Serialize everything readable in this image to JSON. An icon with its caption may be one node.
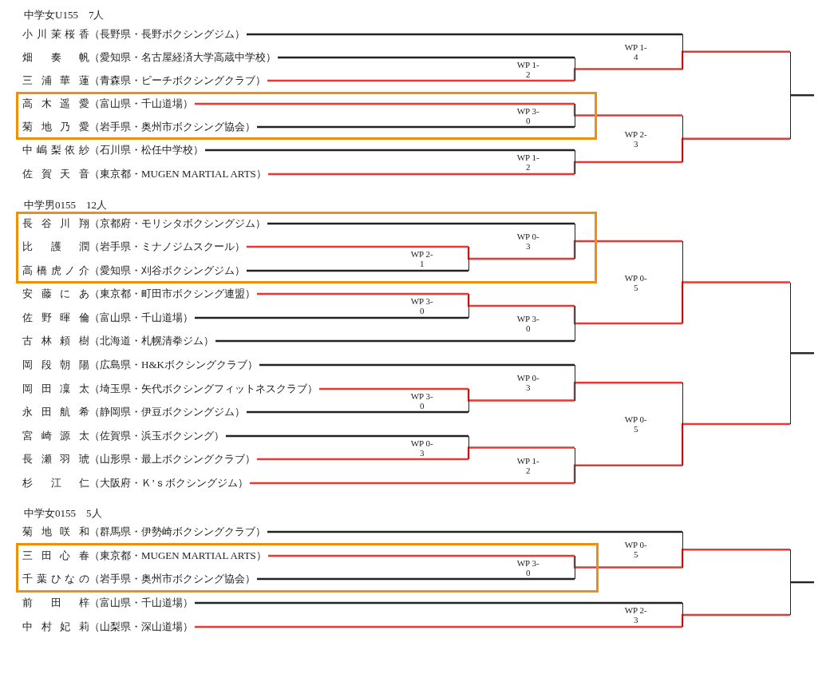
{
  "diagram": {
    "nodes": [
      {
        "text": [
          "小川茉桜香",
          "（長野県・長野ボクシングジム）"
        ]
      },
      {
        "text": [
          "畑奏帆",
          "（愛知県・名古屋経済大学高蔵中学校）"
        ]
      },
      {
        "text": [
          "三浦華蓮",
          "（青森県・ピーチボクシングクラブ）"
        ]
      },
      {
        "text": [],
        "shape": "box"
      },
      {
        "text": [
          "高木遥愛",
          "（富山県・千山道場）"
        ],
        "in": 3
      },
      {
        "text": [
          "菊地乃愛",
          "（岩手県・奥州市ボクシング協会）"
        ],
        "in": 3
      },
      {
        "text": [
          "中嶋梨依紗",
          "（石川県・松任中学校）"
        ]
      },
      {
        "text": [
          "佐賀天音",
          "（東京都・MUGEN MARTIAL ARTS）"
        ]
      },
      {
        "text": [
          "WP 1-2"
        ]
      },
      {
        "text": [
          "WP 3-0"
        ],
        "in": 3
      },
      {
        "text": [
          "WP 1-2"
        ]
      },
      {
        "text": [
          "WP 1-4"
        ]
      },
      {
        "text": [
          "WP 2-3"
        ]
      },
      {
        "text": [],
        "shape": "bar"
      },
      {
        "text": [],
        "shape": "box"
      },
      {
        "text": [
          "長谷川翔",
          "（京都府・モリシタボクシングジム）"
        ],
        "in": 14
      },
      {
        "text": [
          "比護潤",
          "（岩手県・ミナノジムスクール）"
        ],
        "in": 14
      },
      {
        "text": [
          "高橋虎ノ介",
          "（愛知県・刈谷ボクシングジム）"
        ],
        "in": 14
      },
      {
        "text": [
          "安藤にあ",
          "（東京都・町田市ボクシング連盟）"
        ]
      },
      {
        "text": [
          "佐野暉倫",
          "（富山県・千山道場）"
        ]
      },
      {
        "text": [
          "古林頼樹",
          "（北海道・札幌清拳ジム）"
        ]
      },
      {
        "text": [
          "岡段朝陽",
          "（広島県・H&Kボクシングクラブ）"
        ]
      },
      {
        "text": [
          "岡田凜太",
          "（埼玉県・矢代ボクシングフィットネスクラブ）"
        ]
      },
      {
        "text": [
          "永田航希",
          "（静岡県・伊豆ボクシングジム）"
        ]
      },
      {
        "text": [
          "宮崎源太",
          "（佐賀県・浜玉ボクシング）"
        ]
      },
      {
        "text": [
          "長瀬羽琥",
          "（山形県・最上ボクシングクラブ）"
        ]
      },
      {
        "text": [
          "杉江仁",
          "（大阪府・Ｋ’ｓボクシングジム）"
        ]
      },
      {
        "text": [
          "WP 2-1"
        ],
        "in": 14
      },
      {
        "text": [
          "WP 0-3"
        ],
        "in": 14
      },
      {
        "text": [
          "WP 3-0"
        ]
      },
      {
        "text": [
          "WP 3-0"
        ]
      },
      {
        "text": [
          "WP 0-5"
        ]
      },
      {
        "text": [
          "WP 3-0"
        ]
      },
      {
        "text": [
          "WP 0-3"
        ]
      },
      {
        "text": [
          "WP 0-3"
        ]
      },
      {
        "text": [
          "WP 1-2"
        ]
      },
      {
        "text": [
          "WP 0-5"
        ]
      },
      {
        "text": [],
        "shape": "bar"
      },
      {
        "text": [
          "菊地咲和",
          "（群馬県・伊勢崎ボクシングクラブ）"
        ]
      },
      {
        "text": [],
        "shape": "box"
      },
      {
        "text": [
          "三田心春",
          "（東京都・MUGEN MARTIAL ARTS）"
        ],
        "in": 39
      },
      {
        "text": [
          "千葉ひなの",
          "（岩手県・奥州市ボクシング協会）"
        ],
        "in": 39
      },
      {
        "text": [
          "前田梓",
          "（富山県・千山道場）"
        ]
      },
      {
        "text": [
          "中村妃莉",
          "（山梨県・深山道場）"
        ]
      },
      {
        "text": [
          "WP 3-0"
        ],
        "in": 39
      },
      {
        "text": [
          "WP 0-5"
        ]
      },
      {
        "text": [
          "WP 2-3"
        ]
      },
      {
        "text": [],
        "shape": "bar"
      }
    ],
    "edges": [
      {
        "from": 0,
        "to": 11,
        "arrow": "none",
        "color": "#222222"
      },
      {
        "from": 1,
        "to": 8,
        "arrow": "none",
        "color": "#222222"
      },
      {
        "from": 2,
        "to": 8,
        "arrow": "none"
      },
      {
        "from": 4,
        "to": 9,
        "arrow": "none"
      },
      {
        "from": 5,
        "to": 9,
        "arrow": "none",
        "color": "#222222"
      },
      {
        "from": 6,
        "to": 10,
        "arrow": "none",
        "color": "#222222"
      },
      {
        "from": 7,
        "to": 10,
        "arrow": "none"
      },
      {
        "from": 8,
        "to": 11,
        "arrow": "none"
      },
      {
        "from": 9,
        "to": 12,
        "arrow": "none"
      },
      {
        "from": 10,
        "to": 12,
        "arrow": "none"
      },
      {
        "from": 11,
        "to": 13,
        "arrow": "none"
      },
      {
        "from": 12,
        "to": 13,
        "arrow": "none"
      },
      {
        "from": 13,
        "to": null,
        "arrow": "none",
        "color": "#222222"
      },
      {
        "from": 15,
        "to": 28,
        "arrow": "none",
        "color": "#222222"
      },
      {
        "from": 16,
        "to": 27,
        "arrow": "none"
      },
      {
        "from": 17,
        "to": 27,
        "arrow": "none",
        "color": "#222222"
      },
      {
        "from": 18,
        "to": 29,
        "arrow": "none"
      },
      {
        "from": 19,
        "to": 29,
        "arrow": "none",
        "color": "#222222"
      },
      {
        "from": 20,
        "to": 30,
        "arrow": "none",
        "color": "#222222"
      },
      {
        "from": 21,
        "to": 33,
        "arrow": "none",
        "color": "#222222"
      },
      {
        "from": 22,
        "to": 32,
        "arrow": "none"
      },
      {
        "from": 23,
        "to": 32,
        "arrow": "none",
        "color": "#222222"
      },
      {
        "from": 24,
        "to": 34,
        "arrow": "none",
        "color": "#222222"
      },
      {
        "from": 25,
        "to": 34,
        "arrow": "none"
      },
      {
        "from": 26,
        "to": 35,
        "arrow": "none"
      },
      {
        "from": 27,
        "to": 28,
        "arrow": "none"
      },
      {
        "from": 29,
        "to": 30,
        "arrow": "none"
      },
      {
        "from": 28,
        "to": 31,
        "arrow": "none"
      },
      {
        "from": 30,
        "to": 31,
        "arrow": "none"
      },
      {
        "from": 32,
        "to": 33,
        "arrow": "none"
      },
      {
        "from": 34,
        "to": 35,
        "arrow": "none"
      },
      {
        "from": 33,
        "to": 36,
        "arrow": "none"
      },
      {
        "from": 35,
        "to": 36,
        "arrow": "none"
      },
      {
        "from": 31,
        "to": 37,
        "arrow": "none"
      },
      {
        "from": 36,
        "to": 37,
        "arrow": "none"
      },
      {
        "from": 37,
        "to": null,
        "arrow": "none",
        "color": "#222222"
      },
      {
        "from": 38,
        "to": 45,
        "arrow": "none",
        "color": "#222222"
      },
      {
        "from": 40,
        "to": 44,
        "arrow": "none"
      },
      {
        "from": 41,
        "to": 44,
        "arrow": "none",
        "color": "#222222"
      },
      {
        "from": 42,
        "to": 46,
        "arrow": "none",
        "color": "#222222"
      },
      {
        "from": 43,
        "to": 46,
        "arrow": "none"
      },
      {
        "from": 44,
        "to": 45,
        "arrow": "none"
      },
      {
        "from": 45,
        "to": 47,
        "arrow": "none"
      },
      {
        "from": 46,
        "to": 47,
        "arrow": "none"
      },
      {
        "from": 47,
        "to": null,
        "arrow": "none",
        "color": "#222222"
      }
    ],
    "labels": [
      "中学女U155　7人",
      "中学男0155　12人",
      "中学女0155　5人"
    ]
  }
}
